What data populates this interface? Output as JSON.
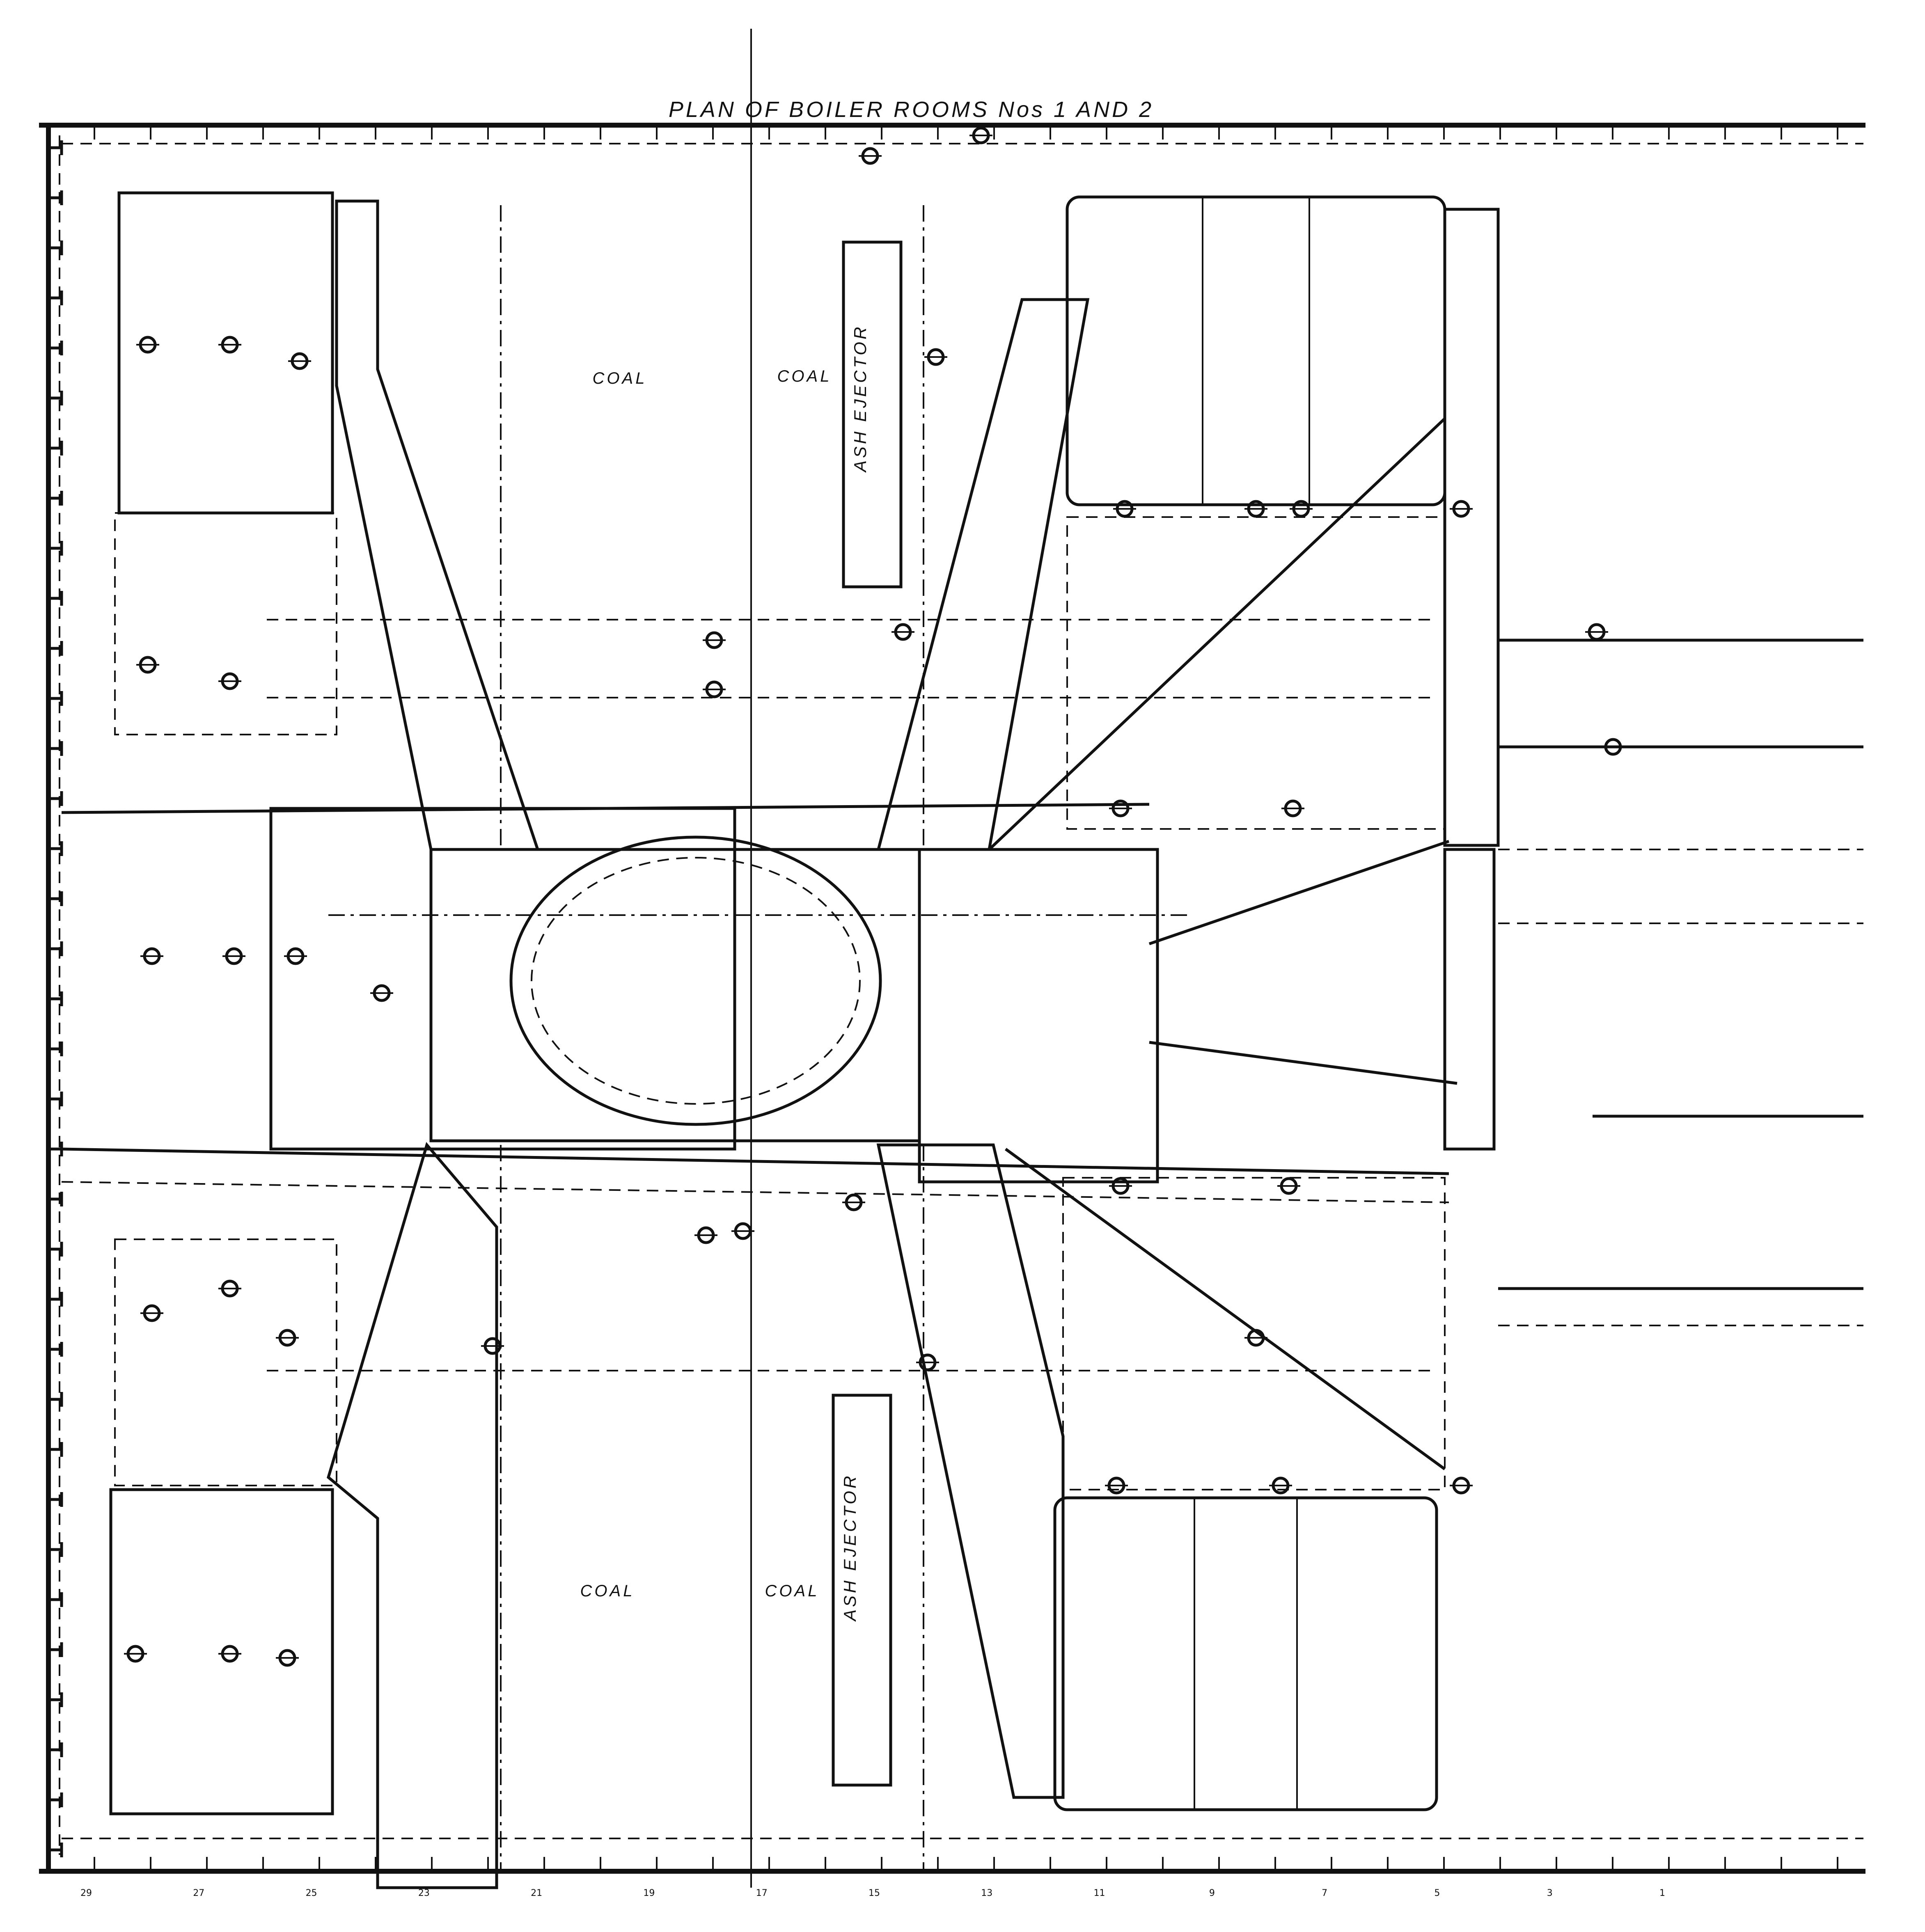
{
  "title": "PLAN OF BOILER ROOMS Nos 1 AND 2",
  "coal_labels": [
    "COAL",
    "COAL",
    "COAL",
    "COAL"
  ],
  "ash_ejector_labels": [
    "ASH EJECTOR",
    "ASH EJECTOR"
  ],
  "frame_numbers": [
    "29",
    "27",
    "25",
    "23",
    "21",
    "19",
    "17",
    "15",
    "13",
    "11",
    "9",
    "7",
    "5",
    "3",
    "1"
  ],
  "colors": {
    "ink": "#111111",
    "paper": "#ffffff"
  }
}
